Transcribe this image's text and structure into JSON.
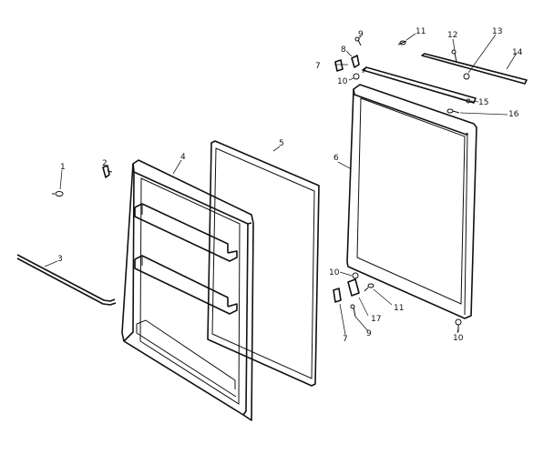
{
  "callouts": {
    "c1": "1",
    "c2": "2",
    "c3": "3",
    "c4": "4",
    "c5": "5",
    "c6": "6",
    "c7a": "7",
    "c7b": "7",
    "c8": "8",
    "c9a": "9",
    "c9b": "9",
    "c10a": "10",
    "c10b": "10",
    "c10c": "10",
    "c11a": "11",
    "c11b": "11",
    "c12": "12",
    "c13": "13",
    "c14": "14",
    "c15": "15",
    "c16": "16",
    "c17": "17"
  }
}
